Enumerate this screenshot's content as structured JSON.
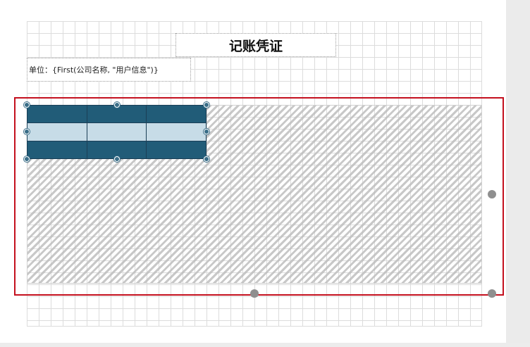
{
  "report": {
    "title": "记账凭证",
    "unit_label": "单位：{First(公司名称, \"用户信息\")}"
  },
  "table": {
    "rows": [
      {
        "style": "header",
        "cells": [
          "",
          "",
          ""
        ]
      },
      {
        "style": "detail",
        "cells": [
          "",
          "",
          ""
        ]
      },
      {
        "style": "footer",
        "cells": [
          "",
          "",
          ""
        ]
      }
    ]
  },
  "colors": {
    "selection_border": "#c4101e",
    "table_dark": "#215c78",
    "table_light": "#c7dce7",
    "handle": "#8f8f8f"
  }
}
